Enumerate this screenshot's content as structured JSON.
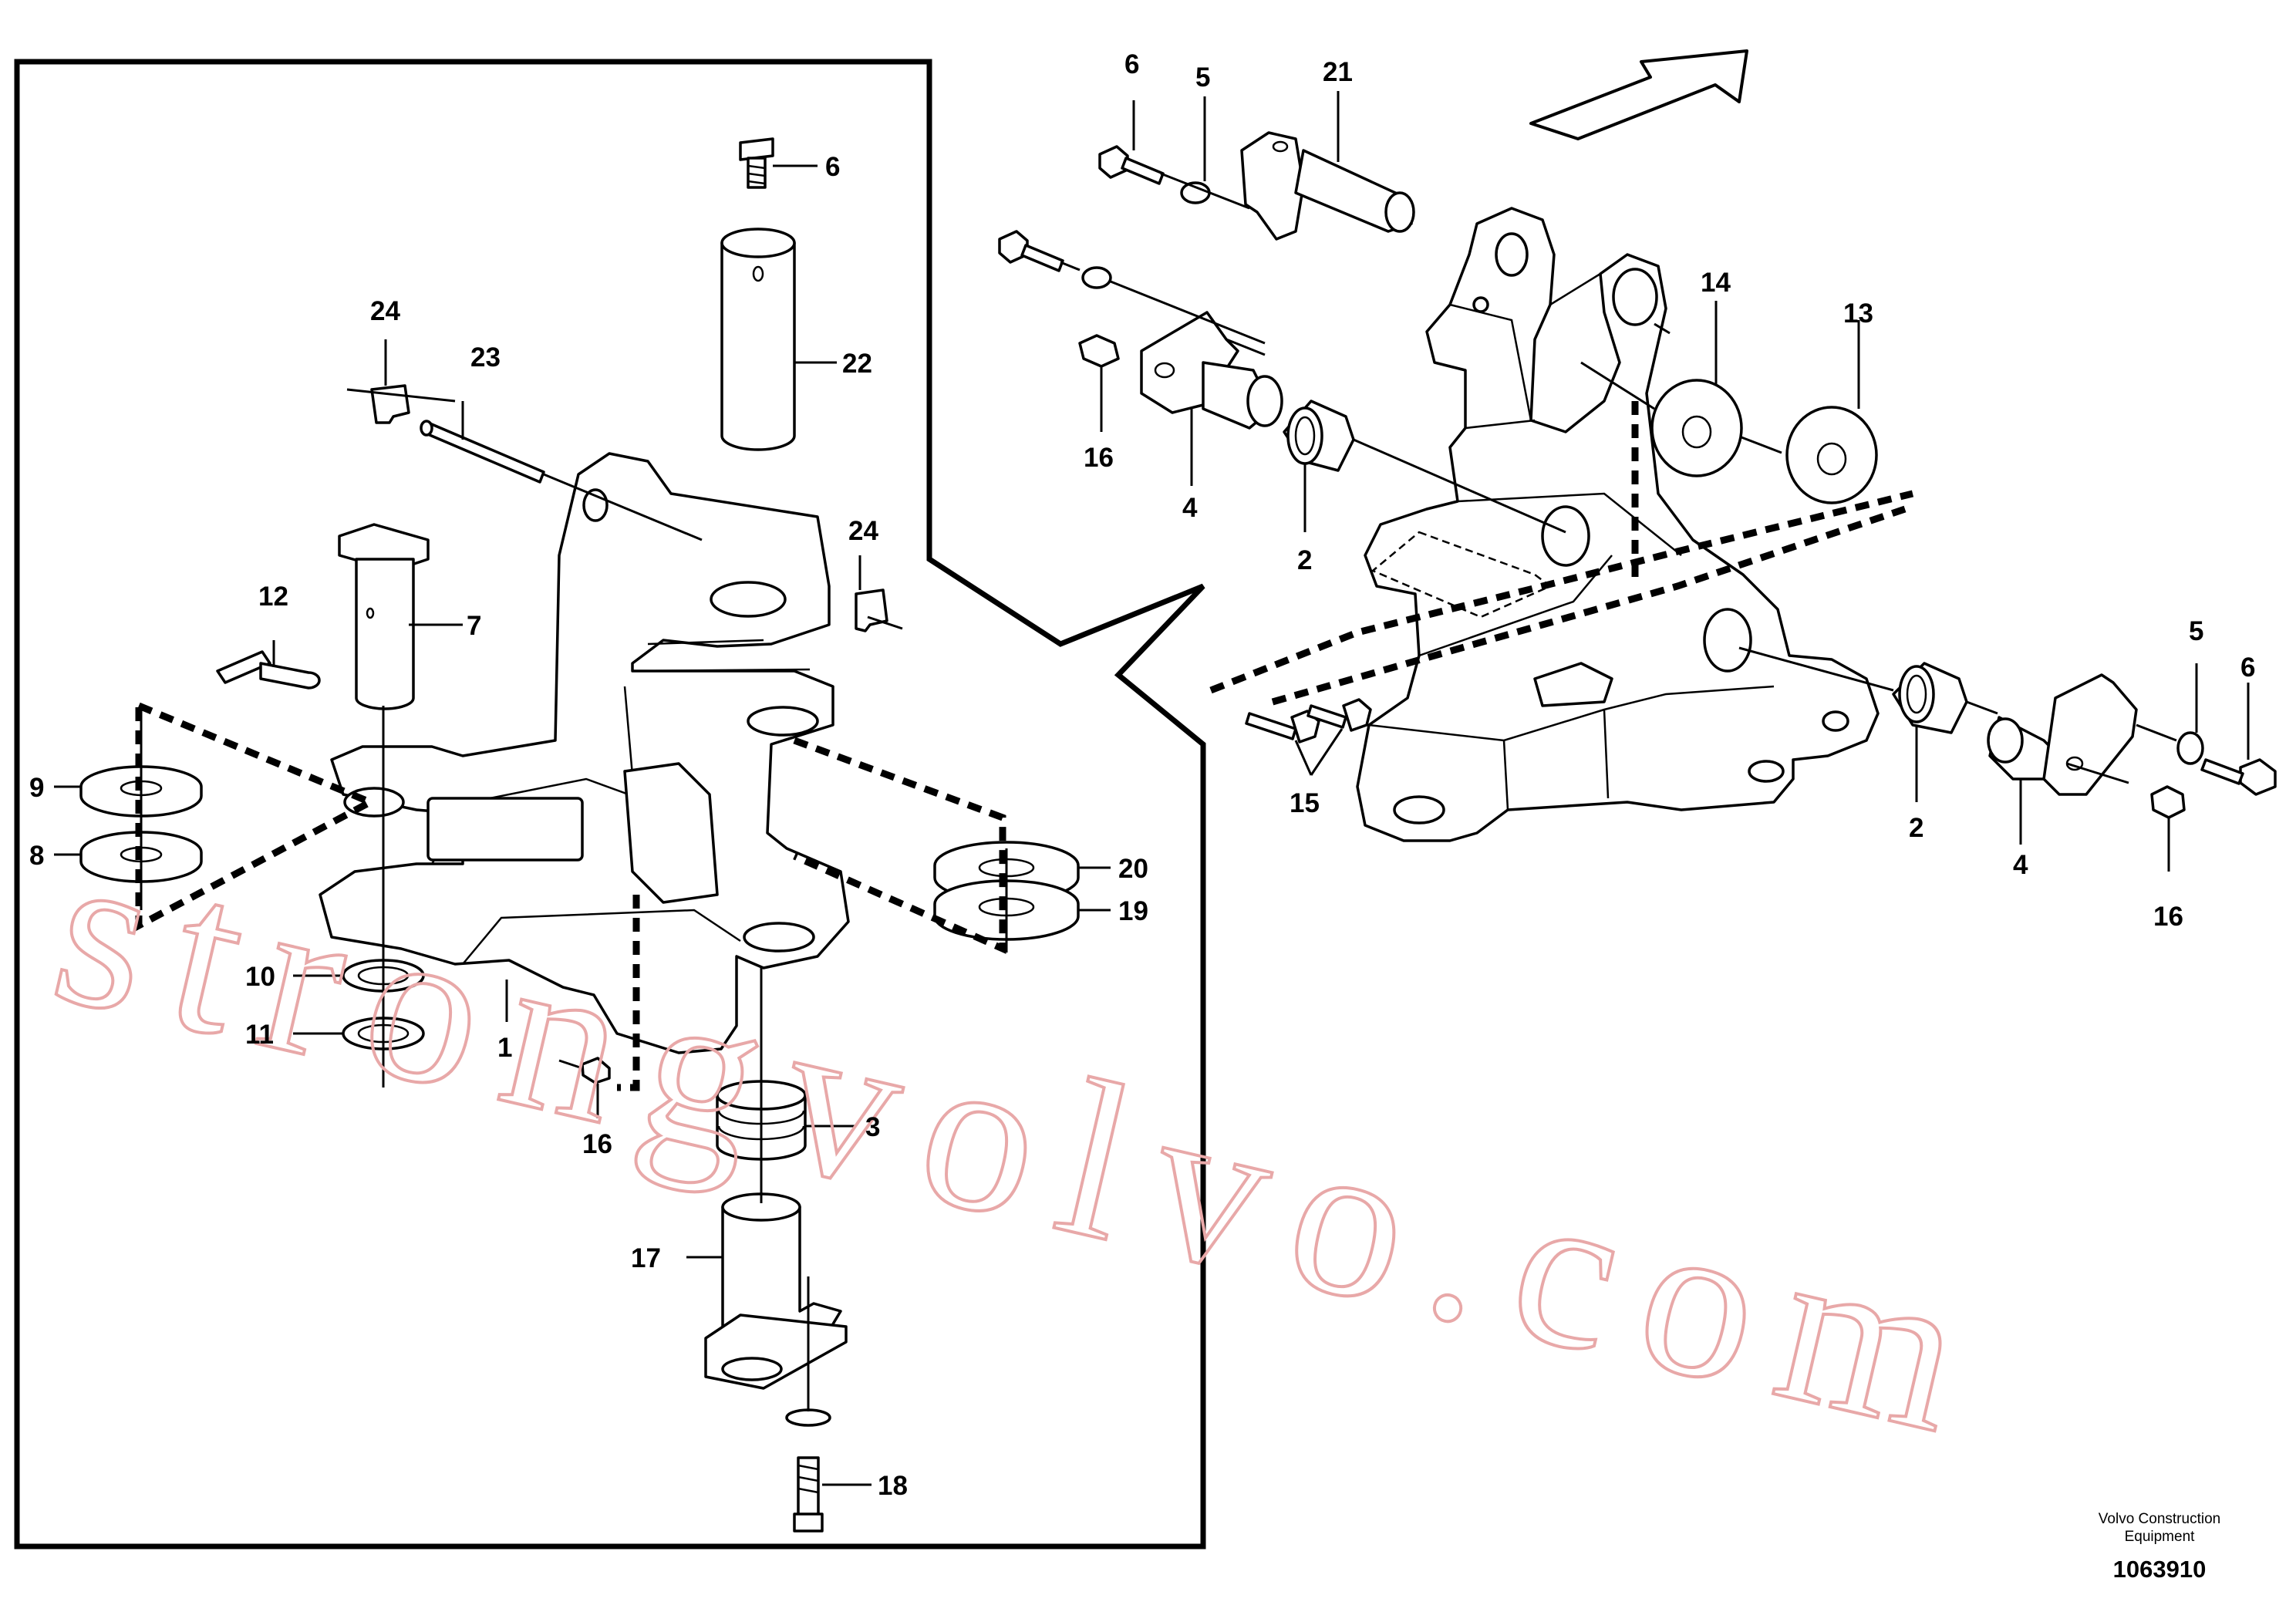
{
  "labels_left": {
    "l6": "6",
    "l22": "22",
    "l24a": "24",
    "l23": "23",
    "l24b": "24",
    "l12": "12",
    "l7": "7",
    "l9": "9",
    "l8": "8",
    "l10": "10",
    "l11": "11",
    "l1": "1",
    "l16": "16",
    "l3": "3",
    "l17": "17",
    "l18": "18",
    "l20": "20",
    "l19": "19"
  },
  "labels_right": {
    "l6a": "6",
    "l5a": "5",
    "l21": "21",
    "l14": "14",
    "l13": "13",
    "l16a": "16",
    "l4a": "4",
    "l2a": "2",
    "l15": "15",
    "l2b": "2",
    "l4b": "4",
    "l5b": "5",
    "l6b": "6",
    "l16b": "16"
  },
  "watermark": "strongvolvo.com",
  "footer": {
    "brand_line1": "Volvo Construction",
    "brand_line2": "Equipment",
    "document_number": "1063910"
  },
  "colors": {
    "line": "#000000",
    "watermark": "#e8a8a8",
    "background": "#ffffff"
  }
}
